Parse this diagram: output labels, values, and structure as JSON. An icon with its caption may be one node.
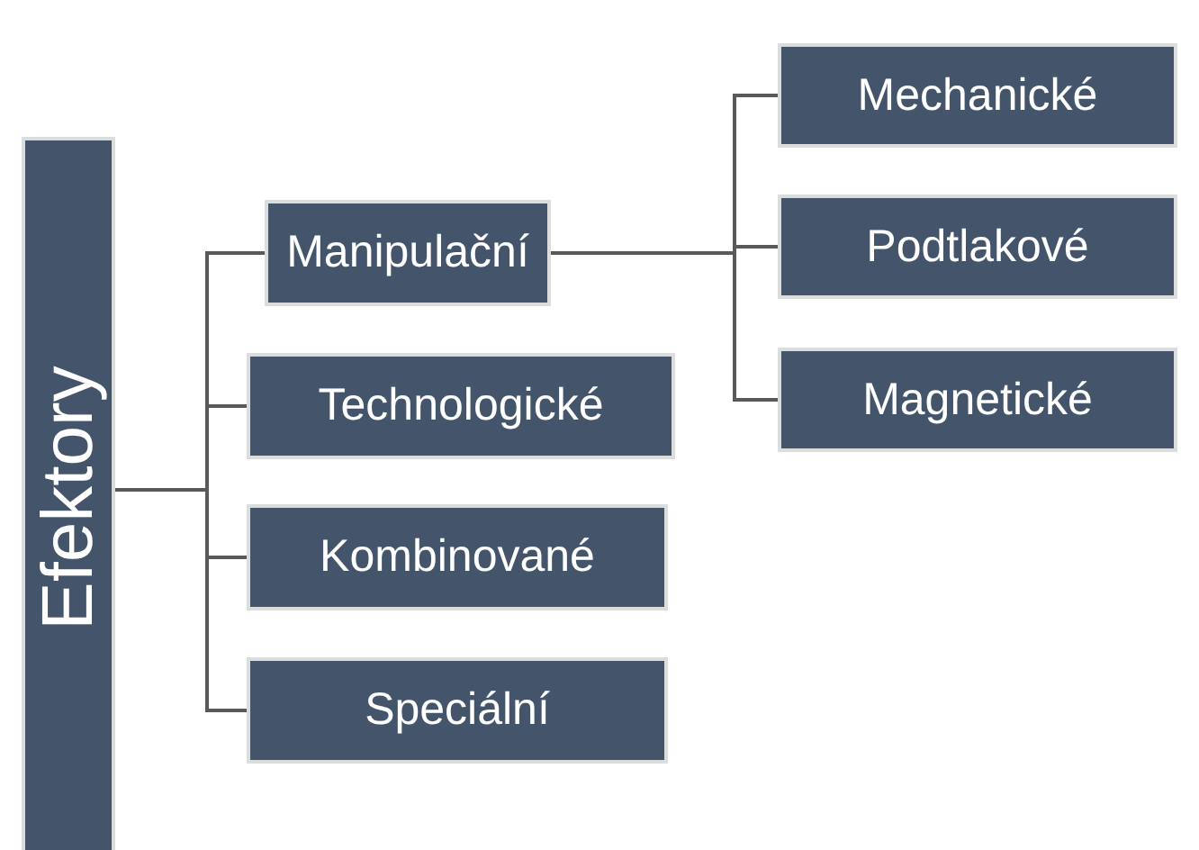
{
  "diagram": {
    "nodes": [
      {
        "text": [
          "Efektory"
        ]
      },
      {
        "text": [
          "Manipulační"
        ]
      },
      {
        "text": [
          "Technologické"
        ]
      },
      {
        "text": [
          "Kombinované"
        ]
      },
      {
        "text": [
          "Speciální"
        ]
      },
      {
        "text": [
          "Mechanické"
        ]
      },
      {
        "text": [
          "Podtlakové"
        ]
      },
      {
        "text": [
          "Magnetické"
        ]
      }
    ],
    "edges": [
      {
        "from": 0,
        "to": 1,
        "arrow": "none"
      },
      {
        "from": 0,
        "to": 2,
        "arrow": "none"
      },
      {
        "from": 0,
        "to": 3,
        "arrow": "none"
      },
      {
        "from": 0,
        "to": 4,
        "arrow": "none"
      },
      {
        "from": 1,
        "to": 5,
        "arrow": "none"
      },
      {
        "from": 1,
        "to": 6,
        "arrow": "none"
      },
      {
        "from": 1,
        "to": 7,
        "arrow": "none"
      }
    ]
  }
}
